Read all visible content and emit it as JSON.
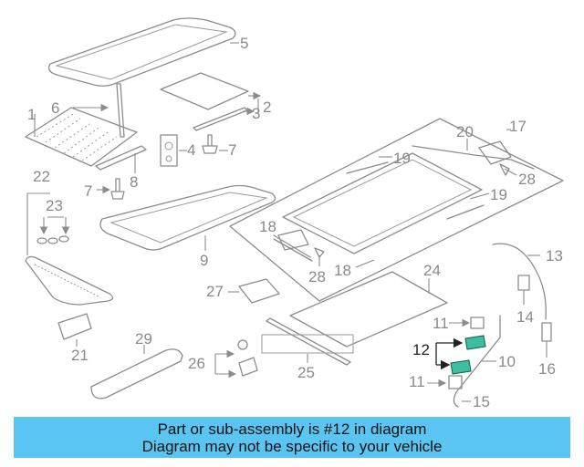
{
  "diagram": {
    "callouts": {
      "c1": "1",
      "c2": "2",
      "c3": "3",
      "c4": "4",
      "c5": "5",
      "c6": "6",
      "c7a": "7",
      "c7b": "7",
      "c8": "8",
      "c9": "9",
      "c10": "10",
      "c11a": "11",
      "c11b": "11",
      "c12": "12",
      "c13": "13",
      "c14": "14",
      "c15": "15",
      "c16": "16",
      "c17": "17",
      "c18a": "18",
      "c18b": "18",
      "c19a": "19",
      "c19b": "19",
      "c20": "20",
      "c21": "21",
      "c22": "22",
      "c23": "23",
      "c24": "24",
      "c25": "25",
      "c26": "26",
      "c27": "27",
      "c28a": "28",
      "c28b": "28",
      "c29": "29"
    },
    "highlight_color": "#3bbfa0"
  },
  "banner": {
    "line1": "Part or sub-assembly is #12 in diagram",
    "line2": "Diagram may not be specific to your vehicle",
    "color": "#5bc5f2"
  }
}
